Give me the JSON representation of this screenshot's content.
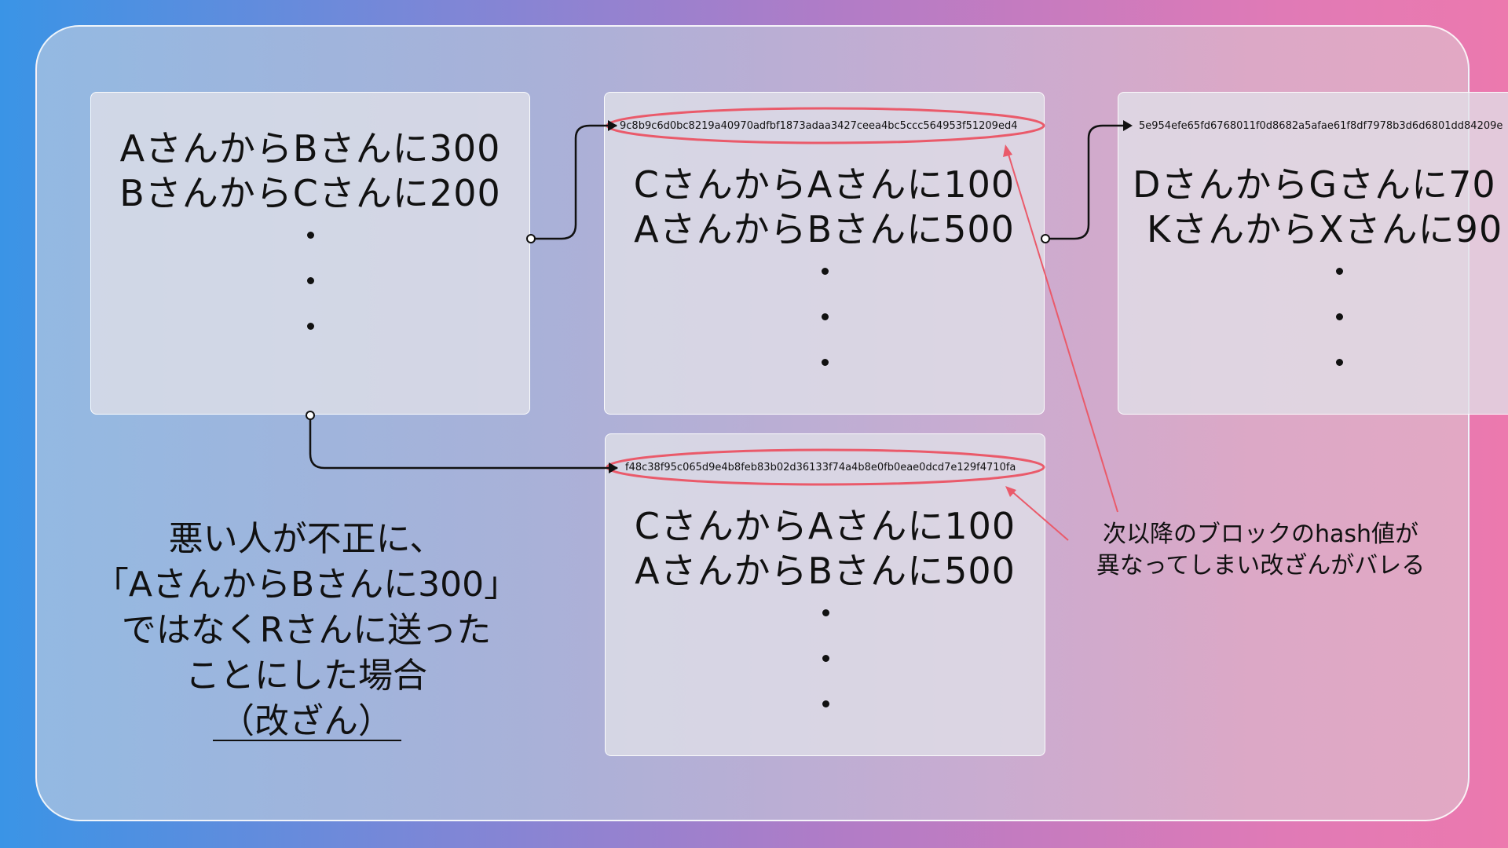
{
  "blocks": [
    {
      "lines": [
        "AさんからBさんに300",
        "BさんからCさんに200"
      ]
    },
    {
      "hash": "9c8b9c6d0bc8219a40970adfbf1873adaa3427ceea4bc5ccc564953f51209ed4",
      "lines": [
        "CさんからAさんに100",
        "AさんからBさんに500"
      ]
    },
    {
      "hash": "5e954efe65fd6768011f0d8682a5afae61f8df7978b3d6d6801dd84209e",
      "lines": [
        "DさんからGさんに70",
        "KさんからXさんに90"
      ]
    },
    {
      "hash": "f48c38f95c065d9e4b8feb83b02d36133f74a4b8e0fb0eae0dcd7e129f4710fa",
      "lines": [
        "CさんからAさんに100",
        "AさんからBさんに500"
      ]
    }
  ],
  "tamper_note": {
    "lines": [
      "悪い人が不正に、",
      "「AさんからBさんに300」",
      "ではなくRさんに送った",
      "ことにした場合",
      "（改ざん）"
    ]
  },
  "detect_note": {
    "lines": [
      "次以降のブロックのhash値が",
      "異なってしまい改ざんがバレる"
    ]
  },
  "colors": {
    "highlight": "#ea5a6a",
    "connector": "#111111"
  }
}
